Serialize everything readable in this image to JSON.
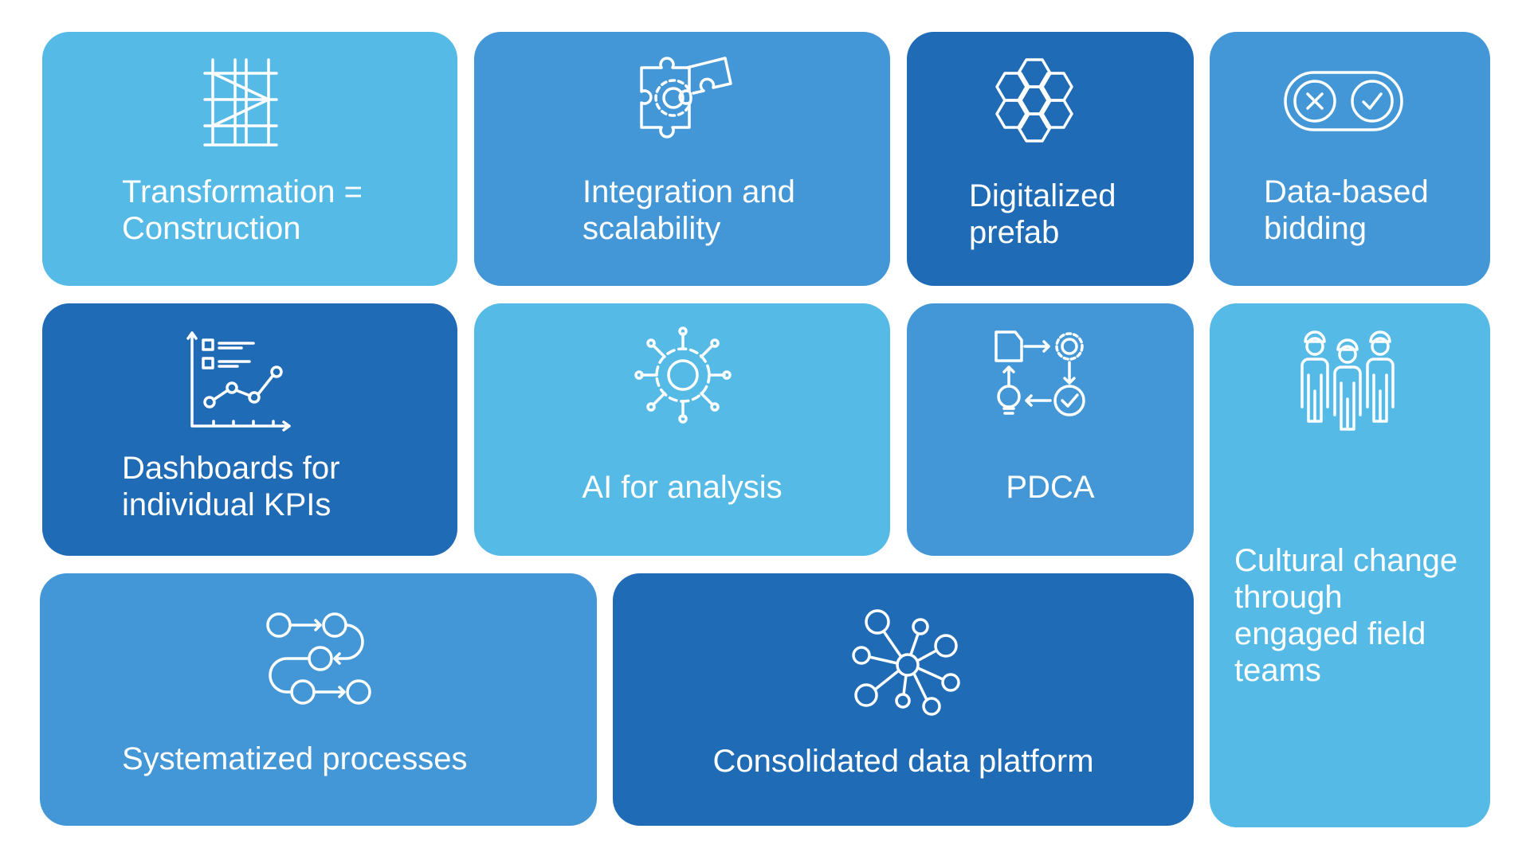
{
  "colors": {
    "light": "#56BAE6",
    "medium": "#4397D6",
    "dark": "#1F6BB5"
  },
  "cards": [
    {
      "label": "Transformation =\nConstruction",
      "icon": "scaffolding-icon"
    },
    {
      "label": "Integration and\nscalability",
      "icon": "puzzle-gear-icon"
    },
    {
      "label": "Digitalized\nprefab",
      "icon": "hexagon-cluster-icon"
    },
    {
      "label": "Data-based\nbidding",
      "icon": "toggle-reject-accept-icon"
    },
    {
      "label": "Dashboards for\nindividual KPIs",
      "icon": "line-chart-icon"
    },
    {
      "label": "AI for analysis",
      "icon": "circuit-gear-icon"
    },
    {
      "label": "PDCA",
      "icon": "cycle-icon"
    },
    {
      "label": "Cultural change\nthrough\nengaged field\nteams",
      "icon": "workers-icon"
    },
    {
      "label": "Systematized processes",
      "icon": "process-flow-icon"
    },
    {
      "label": "Consolidated data platform",
      "icon": "network-hub-icon"
    }
  ]
}
